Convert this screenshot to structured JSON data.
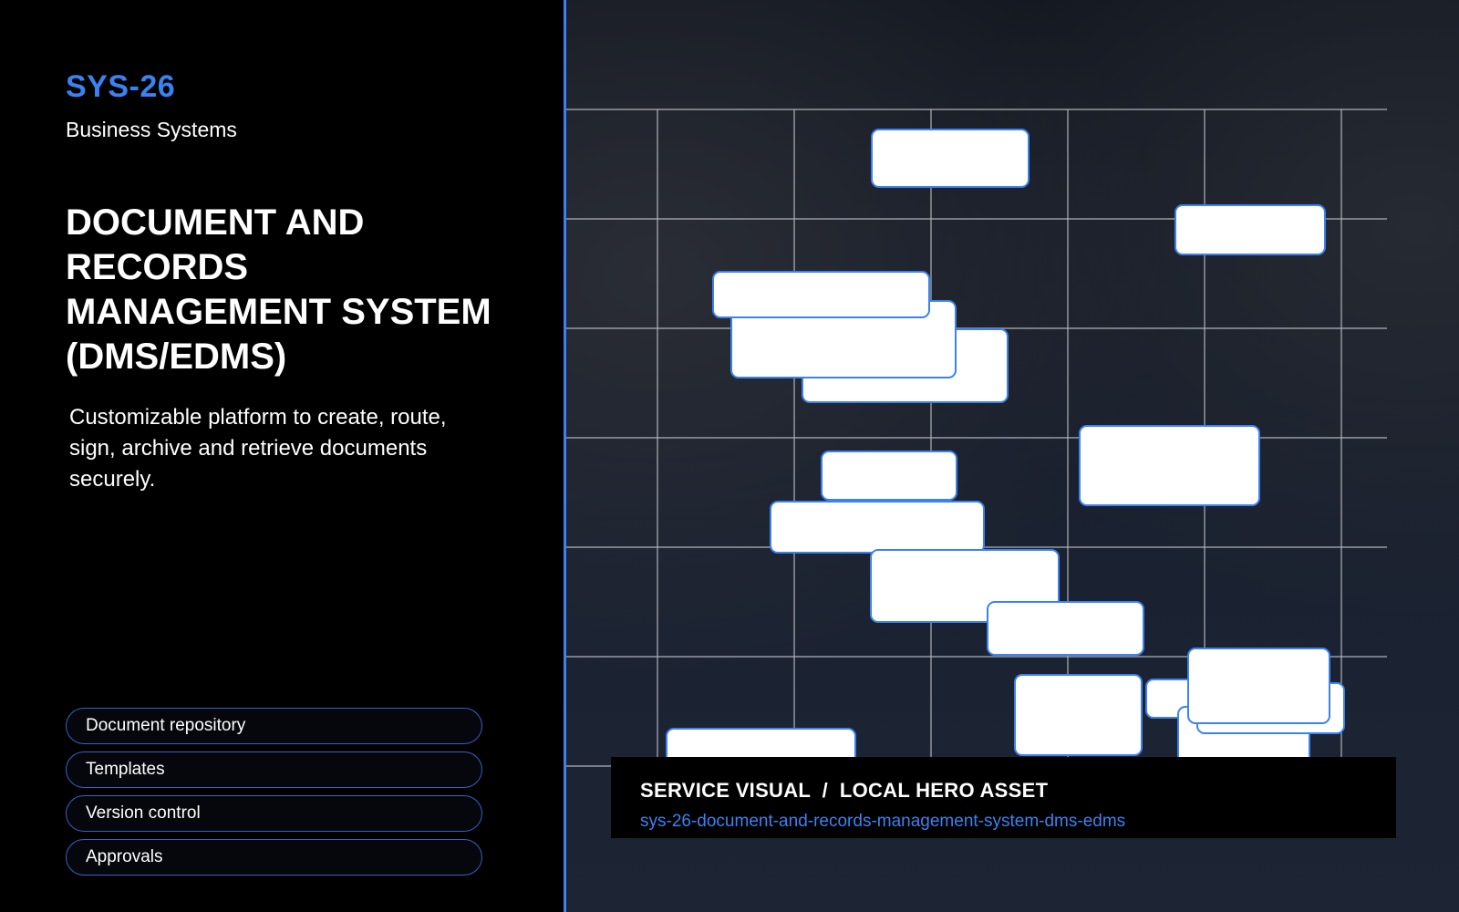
{
  "brand": {
    "code": "SYS-26",
    "category": "Business Systems"
  },
  "product": {
    "title_lines": [
      "DOCUMENT AND",
      "RECORDS",
      "MANAGEMENT SYSTEM",
      "(DMS/EDMS)"
    ],
    "description": "Customizable platform to create, route, sign, archive and retrieve documents securely."
  },
  "features": [
    {
      "label": "Document repository"
    },
    {
      "label": "Templates"
    },
    {
      "label": "Version control"
    },
    {
      "label": "Approvals"
    }
  ],
  "visual": {
    "caption_title": "SERVICE VISUAL  /  LOCAL HERO ASSET",
    "caption_slug": "sys-26-document-and-records-management-system-dms-edms"
  },
  "colors": {
    "accent": "#3b82f0",
    "background": "#000000",
    "card_fill": "#ffffff",
    "card_border": "#3b82f0",
    "grid_line": "#c8cbd2"
  }
}
